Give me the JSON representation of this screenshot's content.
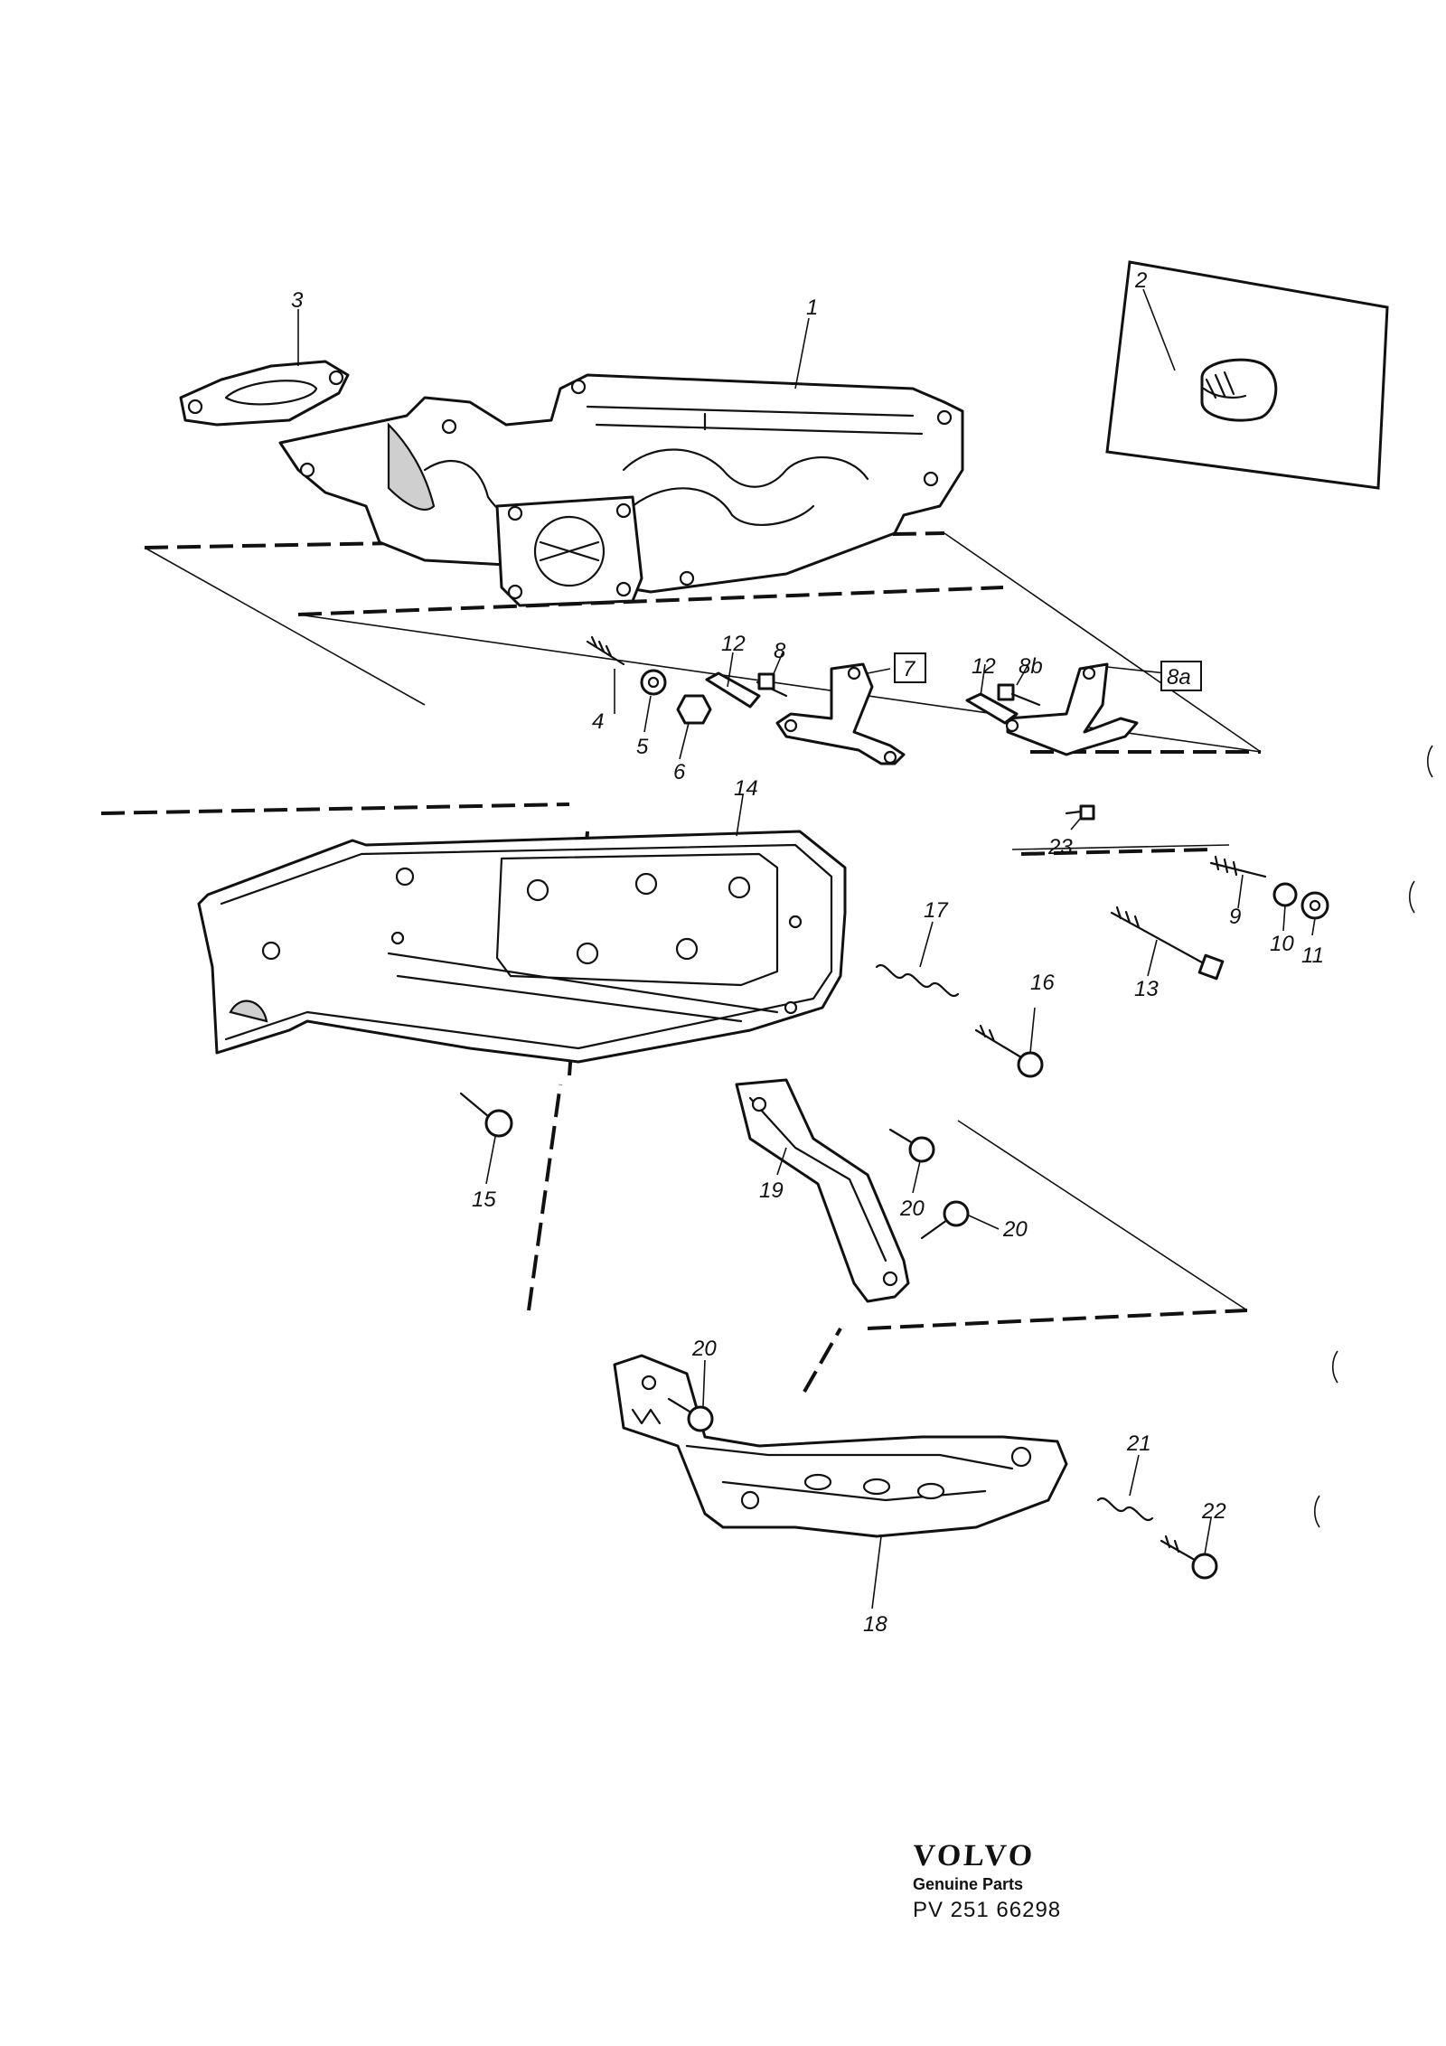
{
  "callouts": {
    "c1": "1",
    "c2": "2",
    "c3": "3",
    "c4": "4",
    "c5": "5",
    "c6": "6",
    "c7": "7",
    "c8": "8",
    "c8a": "8a",
    "c8b": "8b",
    "c9": "9",
    "c10": "10",
    "c11": "11",
    "c12a": "12",
    "c12b": "12",
    "c13": "13",
    "c14": "14",
    "c15": "15",
    "c16": "16",
    "c17": "17",
    "c18": "18",
    "c19": "19",
    "c20a": "20",
    "c20b": "20",
    "c20c": "20",
    "c21": "21",
    "c22": "22",
    "c23": "23"
  },
  "branding": {
    "logo": "VOLVO",
    "tagline": "Genuine Parts",
    "part_number": "PV 251 66298"
  }
}
